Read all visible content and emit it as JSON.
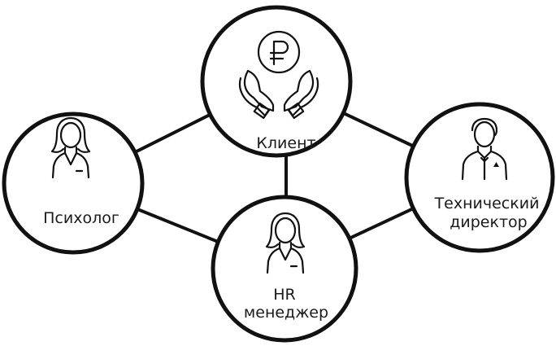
{
  "diagram": {
    "nodes": {
      "client": {
        "label": "Клиент",
        "icon": "ruble-hands-icon"
      },
      "psych": {
        "label": "Психолог",
        "icon": "female-person-icon"
      },
      "hr": {
        "line1": "HR",
        "line2": "менеджер",
        "icon": "female-person-icon"
      },
      "tech": {
        "line1": "Технический",
        "line2": "директор",
        "icon": "male-person-tie-icon"
      }
    },
    "edges": [
      {
        "from": "Клиент",
        "to": "Психолог"
      },
      {
        "from": "Клиент",
        "to": "Технический директор"
      },
      {
        "from": "Клиент",
        "to": "HR менеджер"
      },
      {
        "from": "Психолог",
        "to": "HR менеджер"
      },
      {
        "from": "HR менеджер",
        "to": "Технический директор"
      }
    ]
  }
}
